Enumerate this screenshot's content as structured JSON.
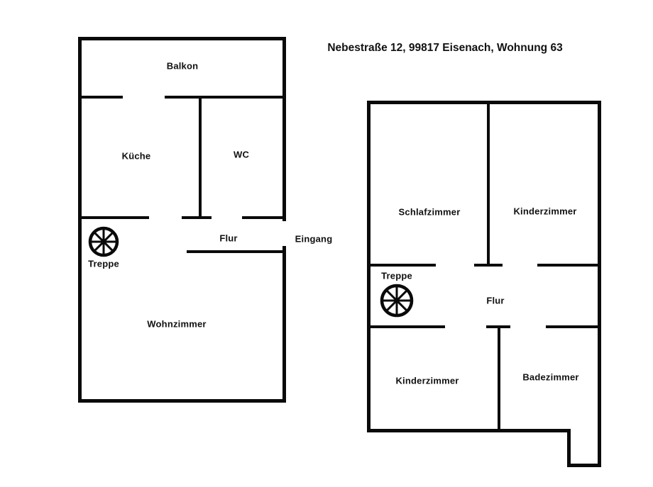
{
  "title": "Nebestraße 12, 99817 Eisenach, Wohnung 63",
  "colors": {
    "wall": "#0a0a0a",
    "background": "#ffffff",
    "text": "#111111"
  },
  "floor_plan_left": {
    "rooms": {
      "balkon": "Balkon",
      "kueche": "Küche",
      "wc": "WC",
      "flur": "Flur",
      "wohnzimmer": "Wohnzimmer"
    },
    "annotations": {
      "eingang": "Eingang",
      "treppe": "Treppe"
    }
  },
  "floor_plan_right": {
    "rooms": {
      "schlafzimmer": "Schlafzimmer",
      "kinderzimmer_top": "Kinderzimmer",
      "flur": "Flur",
      "kinderzimmer_bottom": "Kinderzimmer",
      "badezimmer": "Badezimmer"
    },
    "annotations": {
      "treppe": "Treppe"
    }
  },
  "icons": {
    "stair_left": "spiral-staircase",
    "stair_right": "spiral-staircase"
  }
}
